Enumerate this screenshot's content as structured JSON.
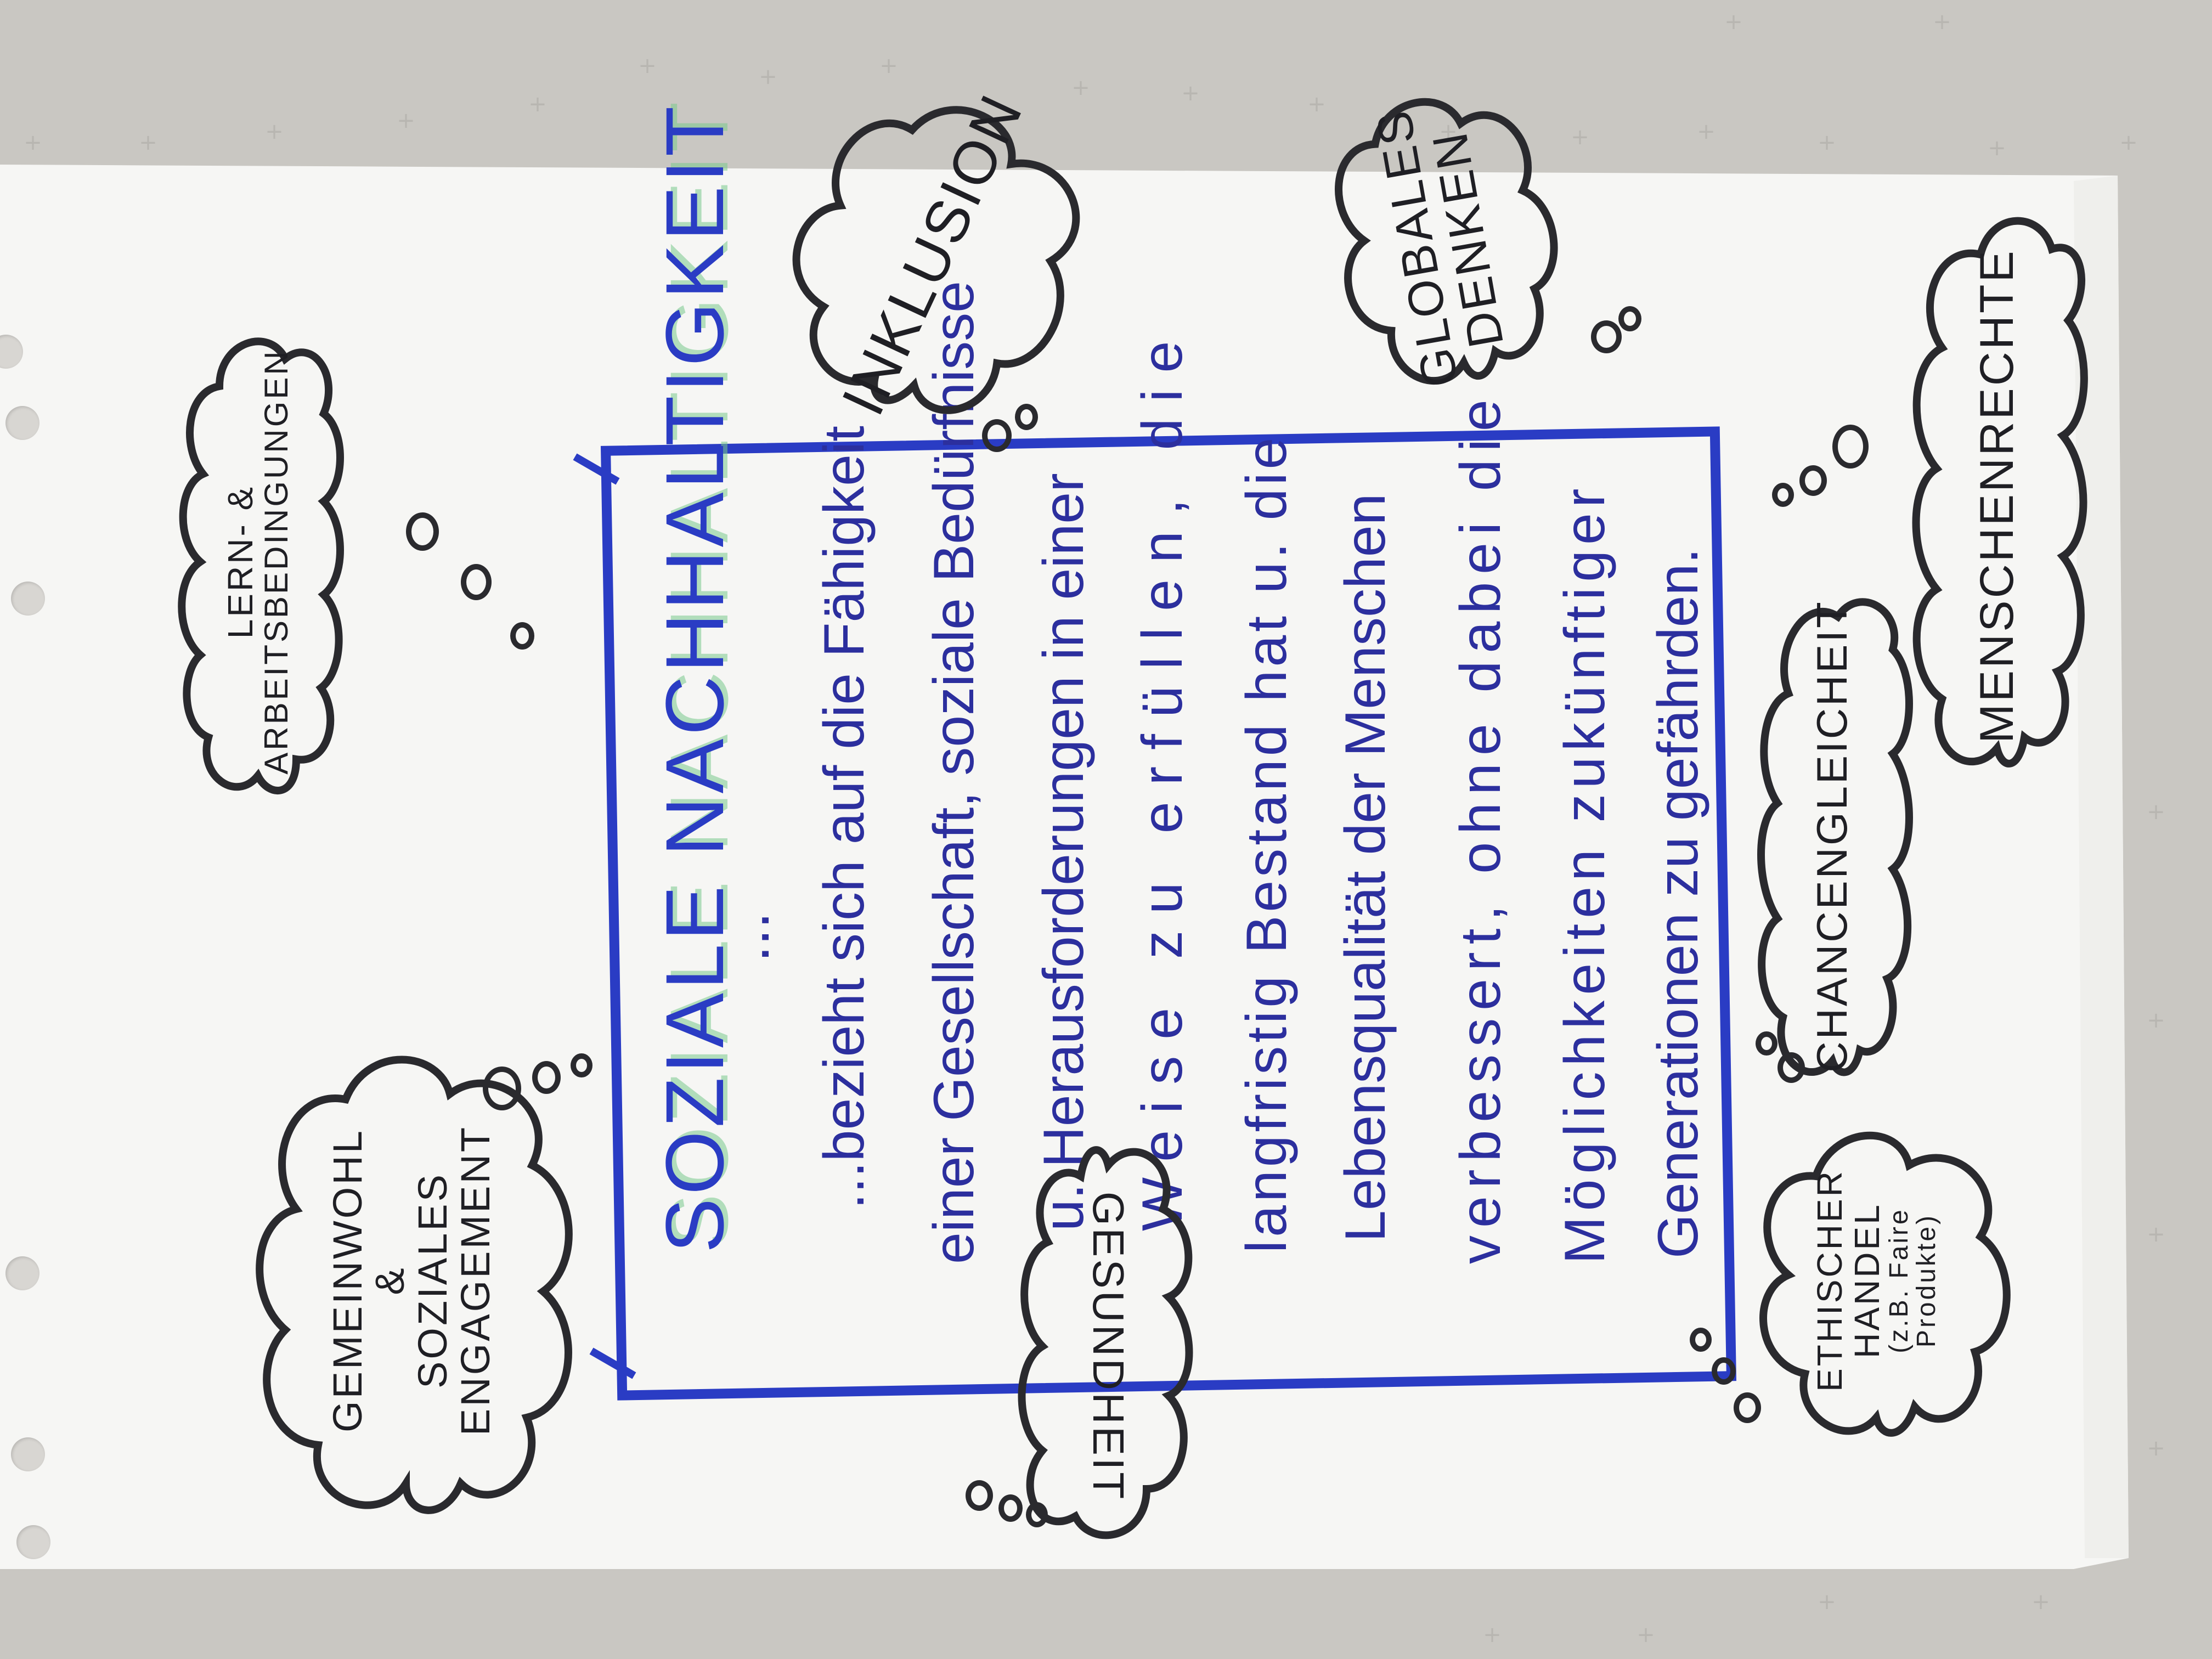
{
  "title": "SOZIALE NACHHALTIGKEIT",
  "ellipsis": "...",
  "body_lines": [
    "...bezieht sich auf die Fähigkeit",
    "einer Gesellschaft, soziale Bedürfnisse",
    "u. Herausforderungen in einer",
    "Weise zu erfüllen, die",
    "langfristig Bestand hat u. die",
    "Lebensqualität der Menschen",
    "verbessert, ohne dabei die",
    "Möglichkeiten zukünftiger",
    "Generationen zu gefährden."
  ],
  "clouds": {
    "lern": [
      "LERN- &",
      "ARBEITSBEDINGUNGEN"
    ],
    "inklusion": [
      "INKLUSION"
    ],
    "global": [
      "GLOBALES",
      "DENKEN"
    ],
    "menschenrechte": [
      "MENSCHENRECHTE"
    ],
    "chancen": [
      "CHANCENGLEICHEIT"
    ],
    "ethisch": [
      "ETHISCHER",
      "HANDEL",
      "(z.B. Faire",
      "Produkte)"
    ],
    "gesundheit": [
      "GESUNDHEIT"
    ],
    "gemeinwohl": [
      "GEMEINWOHL",
      "&",
      "SOZIALES",
      "ENGAGEMENT"
    ]
  },
  "colors": {
    "marker_blue": "#2a3cc4",
    "marker_black": "#1f1f24",
    "highlight_green": "#78c88c",
    "paper": "#f6f6f4"
  }
}
